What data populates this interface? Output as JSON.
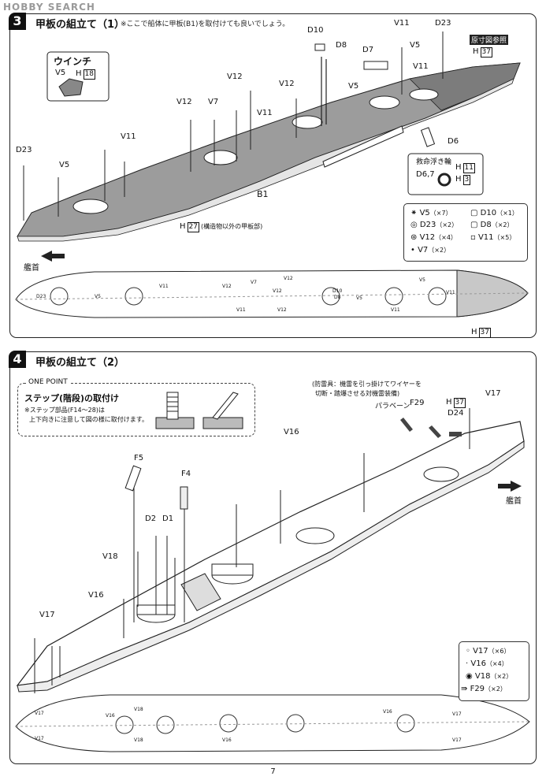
{
  "watermark": "HOBBY SEARCH",
  "page_number": "7",
  "step3": {
    "number": "3",
    "title": "甲板の組立て（1）",
    "note": "※ここで船体に甲板(B1)を取付けても良いでしょう。",
    "reference_label": "原寸図参照",
    "reference_part": "H",
    "reference_num": "37",
    "winch_label": "ウインチ",
    "winch_v5": "V5",
    "winch_h": "H",
    "winch_h_num": "18",
    "lifebuoy_label": "救命浮き輪",
    "lifebuoy_parts": "D6,7",
    "lifebuoy_h1": "H",
    "lifebuoy_h1_num": "11",
    "lifebuoy_h2": "H",
    "lifebuoy_h2_num": "3",
    "deck_b1": "B1",
    "deck_h": "H",
    "deck_h_num": "27",
    "deck_h_note": "(構造物以外の甲板部)",
    "bow_label": "艦首",
    "bottom_h": "H",
    "bottom_h_num": "37",
    "callouts": {
      "d10": "D10",
      "d8": "D8",
      "d7": "D7",
      "v11a": "V11",
      "d23a": "D23",
      "v5a": "V5",
      "v11b": "V11",
      "v5b": "V5",
      "v12a": "V12",
      "v12b": "V12",
      "v12c": "V12",
      "v7": "V7",
      "v11c": "V11",
      "v11d": "V11",
      "d23b": "D23",
      "v5c": "V5",
      "d6": "D6"
    },
    "legend": [
      {
        "part": "V5",
        "qty": "（×7）"
      },
      {
        "part": "D10",
        "qty": "（×1）"
      },
      {
        "part": "D23",
        "qty": "（×2）"
      },
      {
        "part": "D8",
        "qty": "（×2）"
      },
      {
        "part": "V12",
        "qty": "（×4）"
      },
      {
        "part": "V11",
        "qty": "（×5）"
      },
      {
        "part": "V7",
        "qty": "（×2）"
      }
    ],
    "plan_labels": {
      "d23": "D23",
      "v5": "V5",
      "v11a": "V11",
      "v12a": "V12",
      "v7": "V7",
      "v12b": "V12",
      "v12c": "V12",
      "v11b": "V11",
      "d10": "D10",
      "d8": "D8",
      "v5b": "V5",
      "v11c": "V11",
      "v5c": "V5",
      "v11d": "V11",
      "v12d": "V12"
    }
  },
  "step4": {
    "number": "4",
    "title": "甲板の組立て（2）",
    "onepoint_label": "ONE POINT",
    "onepoint_title": "ステップ(階段)の取付け",
    "onepoint_note1": "※ステップ部品(F14〜28)は",
    "onepoint_note2": "上下向きに注意して図の様に取付けます。",
    "paravane_note1": "(防雷具：機雷を引っ掛けてワイヤーを",
    "paravane_note2": "切断・踏爆させる対機雷装備)",
    "paravane_label": "パラベーン",
    "bow_label": "艦首",
    "callouts": {
      "f29": "F29",
      "h": "H",
      "h_num": "37",
      "d24": "D24",
      "v17a": "V17",
      "v16a": "V16",
      "f5": "F5",
      "f4": "F4",
      "d2": "D2",
      "d1": "D1",
      "v18": "V18",
      "v16b": "V16",
      "v17b": "V17"
    },
    "legend": [
      {
        "part": "V17",
        "qty": "（×6）"
      },
      {
        "part": "V16",
        "qty": "（×4）"
      },
      {
        "part": "V18",
        "qty": "（×2）"
      },
      {
        "part": "F29",
        "qty": "（×2）"
      }
    ],
    "plan_labels": {
      "v17a": "V17",
      "v17b": "V17",
      "v16a": "V16",
      "v18a": "V18",
      "v18b": "V18",
      "v16b": "V16",
      "v16c": "V16",
      "v17c": "V17",
      "v17d": "V17"
    }
  }
}
